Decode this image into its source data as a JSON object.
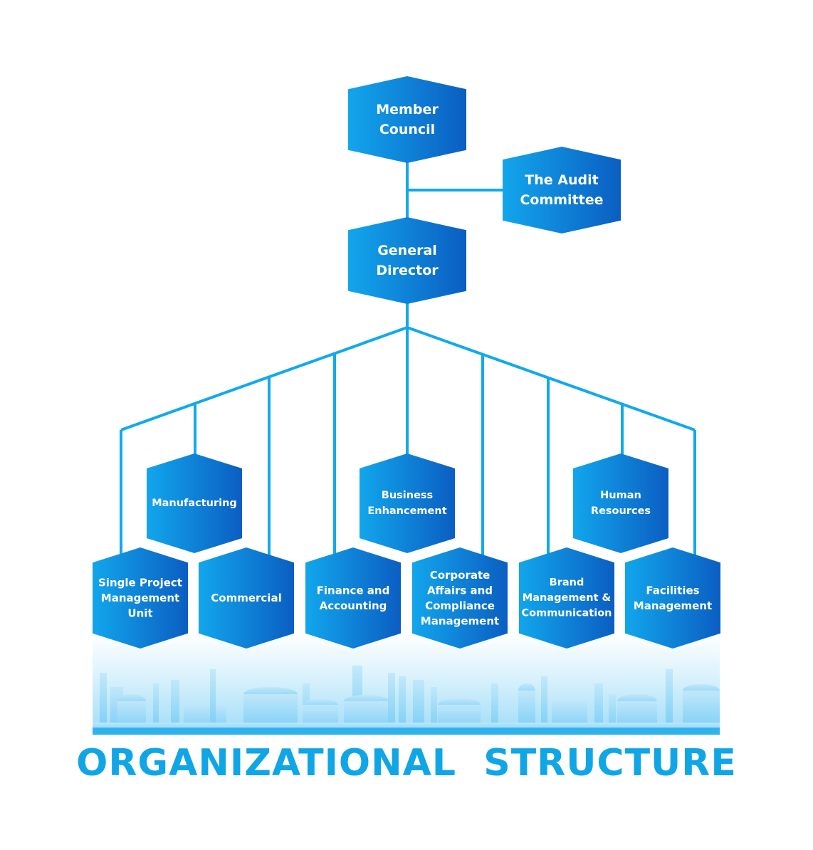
{
  "title": "ORGANIZATIONAL  STRUCTURE",
  "colors": {
    "connector": "#12a9ec",
    "node_light": "#12a6ec",
    "node_dark": "#0b5ec2",
    "title": "#10a6e6",
    "skyline": "#7fd0f6"
  },
  "nodes": {
    "member_council": [
      "Member",
      "Council"
    ],
    "audit_committee": [
      "The Audit",
      "Committee"
    ],
    "general_director": [
      "General",
      "Director"
    ],
    "manufacturing": [
      "Manufacturing"
    ],
    "business_enhancement": [
      "Business",
      "Enhancement"
    ],
    "human_resources": [
      "Human",
      "Resources"
    ],
    "single_project": [
      "Single Project",
      "Management",
      "Unit"
    ],
    "commercial": [
      "Commercial"
    ],
    "finance": [
      "Finance and",
      "Accounting"
    ],
    "corporate_affairs": [
      "Corporate",
      "Affairs and",
      "Compliance",
      "Management"
    ],
    "brand": [
      "Brand",
      "Management &",
      "Communication"
    ],
    "facilities": [
      "Facilities",
      "Management"
    ]
  }
}
